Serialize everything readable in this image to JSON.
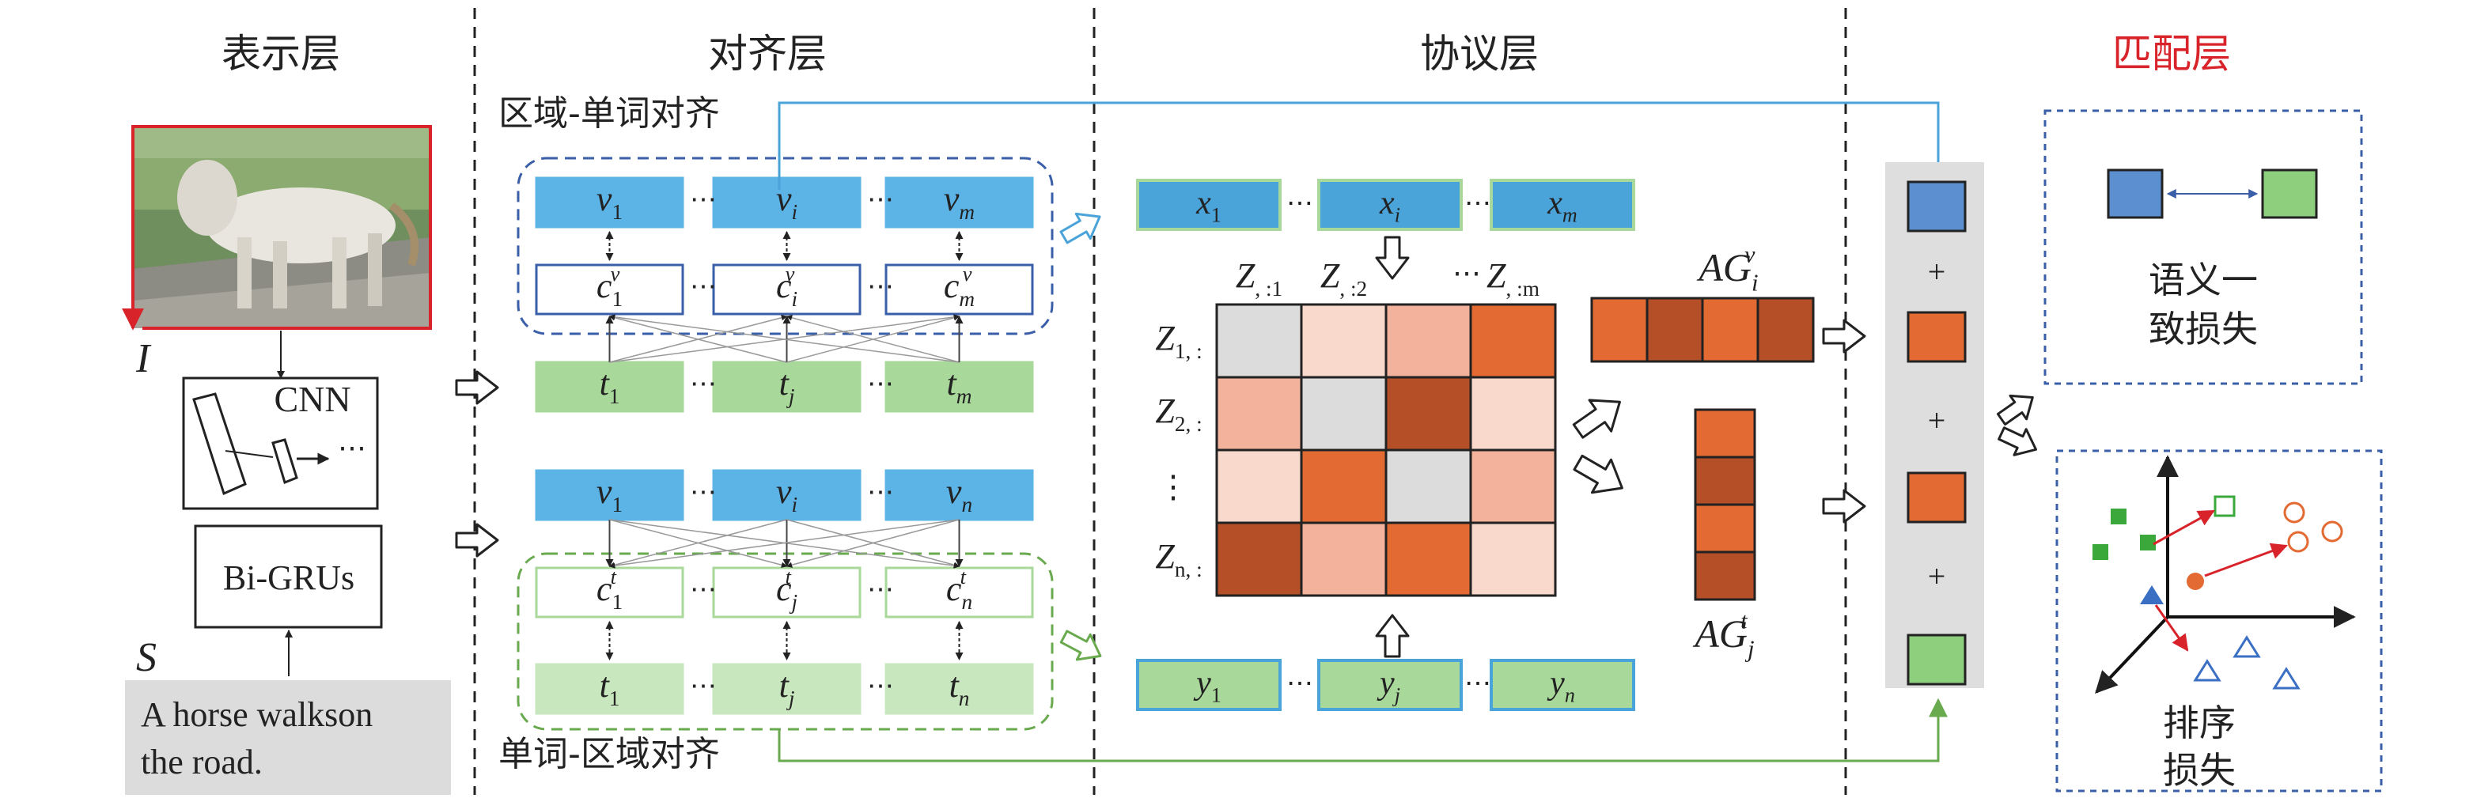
{
  "sections": {
    "representation": "表示层",
    "alignment": "对齐层",
    "agreement": "协议层",
    "matching": "匹配层"
  },
  "colors": {
    "matching_title": "#d9232a",
    "blue_box": "#5bb3e6",
    "green_box": "#a8d89a",
    "light_green_box": "#c9e7bf",
    "blue_arrow": "#4aa3d9",
    "green_arrow": "#6aaa4f",
    "heat_dark": "#b54f27",
    "heat_mid": "#e36a33",
    "heat_light": "#f2b29b",
    "heat_pale": "#f8d9cc",
    "heat_gray": "#dcdcdc",
    "panel_gray": "#dedede"
  },
  "representation": {
    "image_label": "I",
    "cnn_label": "CNN",
    "cnn_dots": "⋯",
    "sentence_label": "S",
    "gru_label": "Bi-GRUs",
    "caption_line1": "A horse walkson",
    "caption_line2": "the road."
  },
  "alignment": {
    "region_word_title": "区域-单词对齐",
    "word_region_title": "单词-区域对齐",
    "dots": "⋯",
    "vdots": "⋮"
  },
  "agreement": {
    "ag_v_label": "AG",
    "ag_t_label": "AG"
  },
  "matching": {
    "plus": "+",
    "semantic_loss_line1": "语义一",
    "semantic_loss_line2": "致损失",
    "ranking_loss_line1": "排序",
    "ranking_loss_line2": "损失"
  },
  "heatmap": {
    "rows": 4,
    "cols": 4,
    "levels": [
      [
        "gray",
        "pale",
        "light",
        "mid"
      ],
      [
        "light",
        "gray",
        "dark",
        "pale"
      ],
      [
        "pale",
        "mid",
        "gray",
        "light"
      ],
      [
        "dark",
        "light",
        "mid",
        "pale"
      ]
    ]
  }
}
